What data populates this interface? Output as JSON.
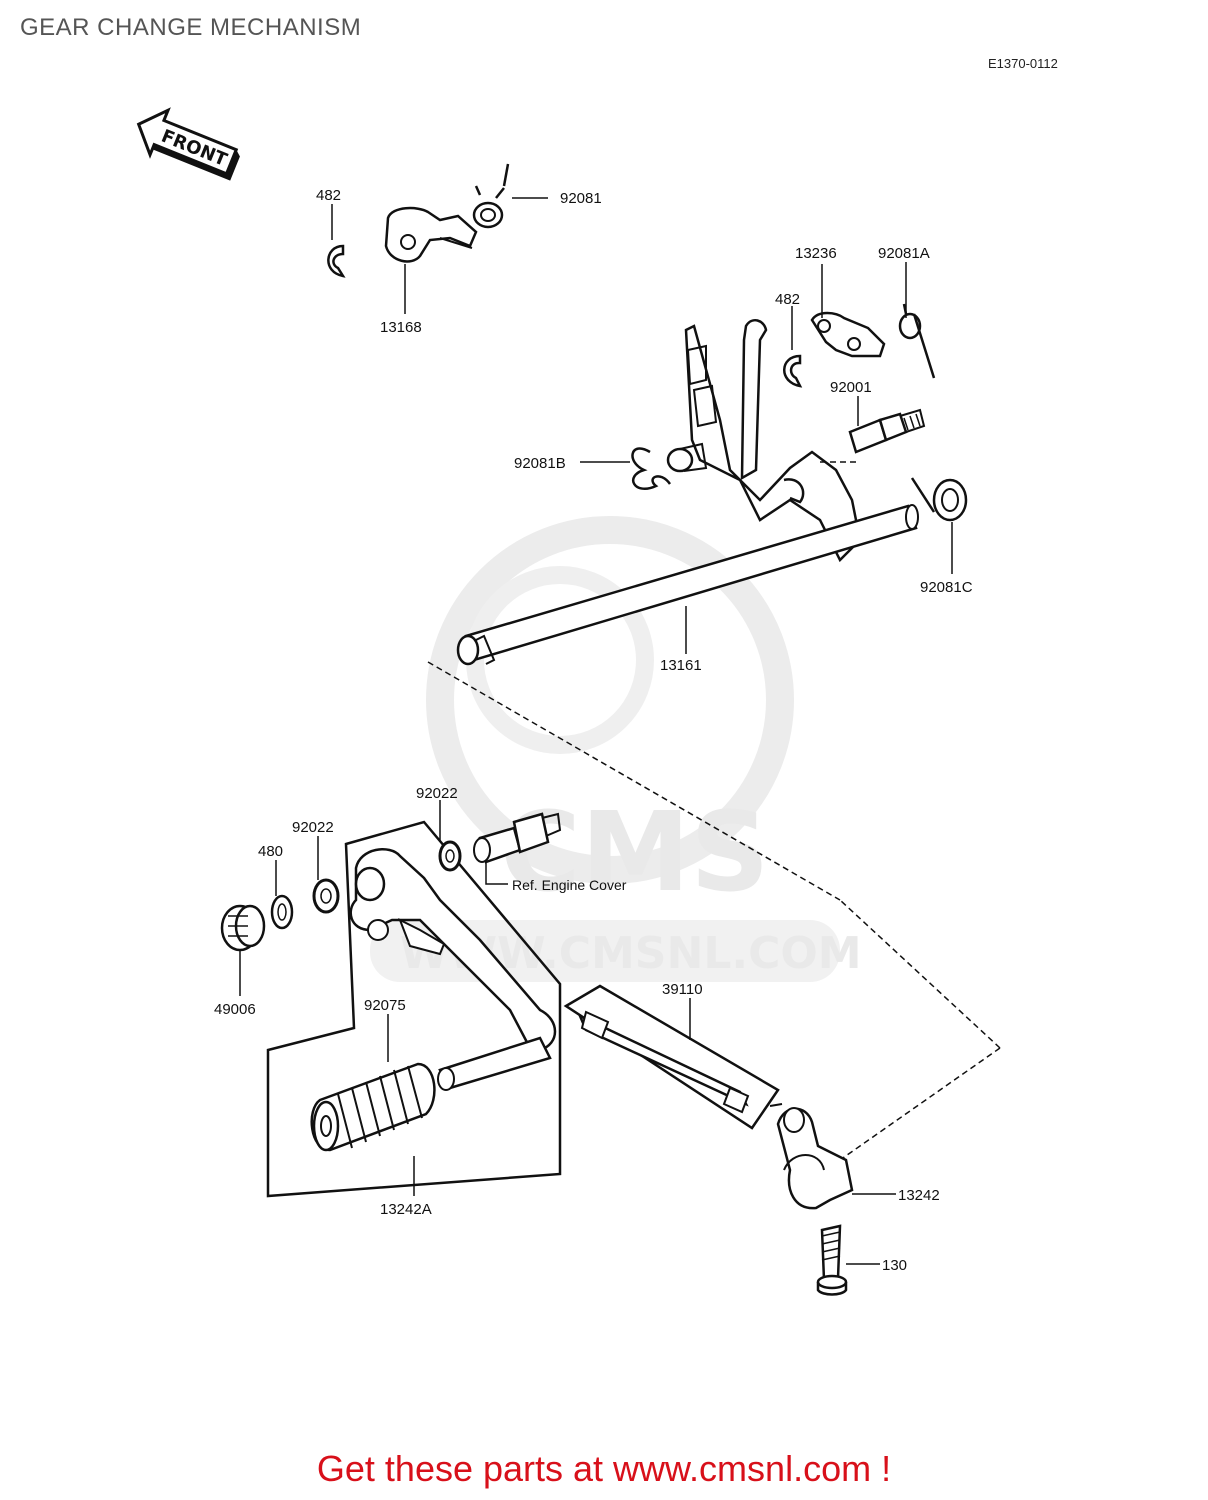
{
  "page": {
    "title": "GEAR CHANGE MECHANISM",
    "diagram_code": "E1370-0112",
    "front_arrow_label": "FRONT",
    "ref_note": "Ref.  Engine Cover",
    "promo": "Get these parts at www.cmsnl.com !"
  },
  "watermark": {
    "brand": "CMS",
    "url": "WWW.CMSNL.COM"
  },
  "parts": {
    "p482_top": "482",
    "p13168": "13168",
    "p92081": "92081",
    "p13236": "13236",
    "p92081A": "92081A",
    "p482_mid": "482",
    "p92001": "92001",
    "p92081B": "92081B",
    "p92081C": "92081C",
    "p13161": "13161",
    "p92022_right": "92022",
    "p92022_left": "92022",
    "p480": "480",
    "p49006": "49006",
    "p92075": "92075",
    "p39110": "39110",
    "p13242": "13242",
    "p13242A": "13242A",
    "p130": "130"
  }
}
